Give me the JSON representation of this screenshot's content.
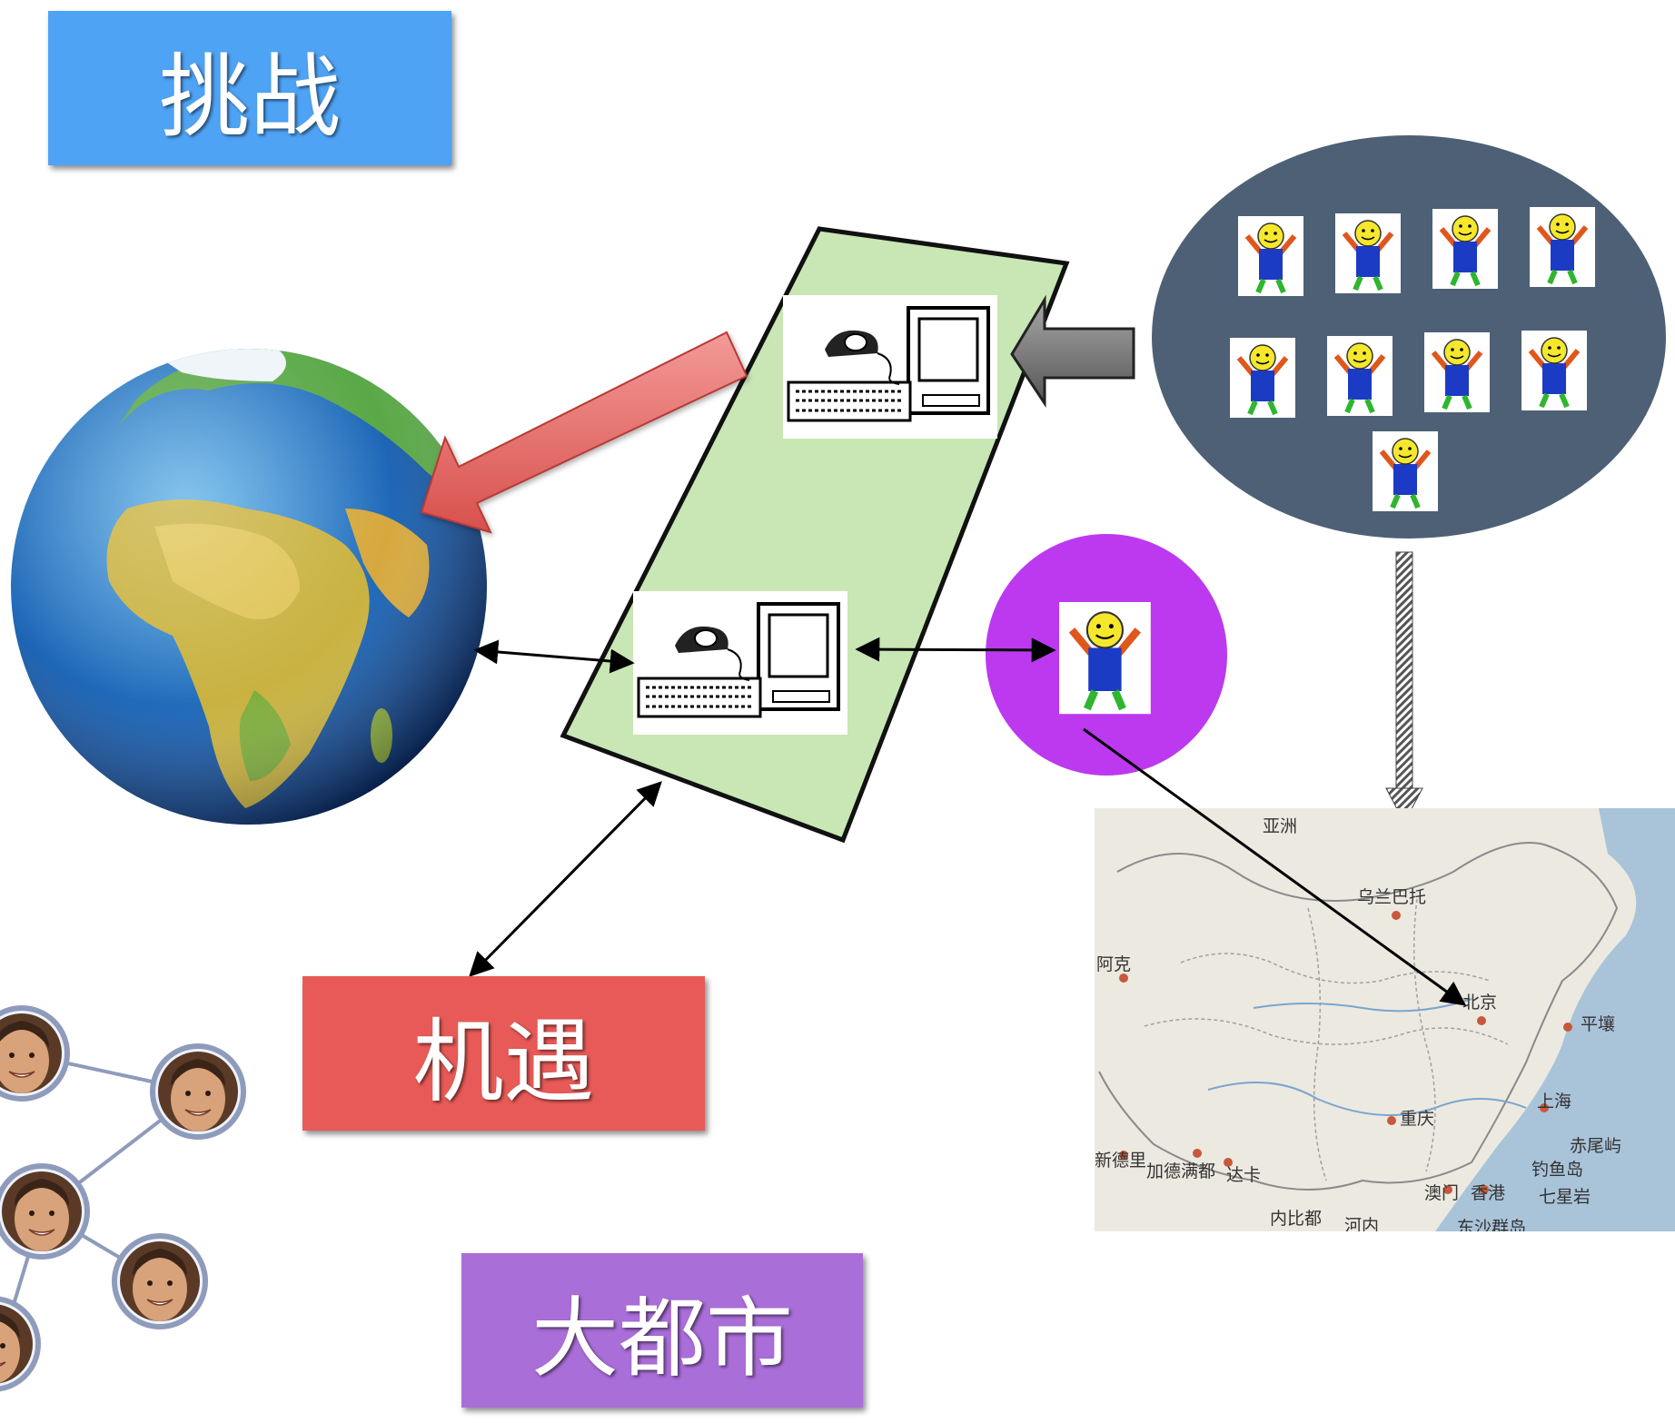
{
  "labels": {
    "challenge": "挑战",
    "opportunity": "机遇",
    "metropolis": "大都市"
  },
  "map": {
    "places": [
      "亚洲",
      "乌兰巴托",
      "北京",
      "平壤",
      "上海",
      "重庆",
      "赤尾屿",
      "钓鱼岛",
      "七星岩",
      "澳门",
      "香港",
      "加德满都",
      "达卡",
      "新德里",
      "内比都",
      "河内",
      "东沙群岛",
      "阿克"
    ]
  },
  "colors": {
    "challenge_box": "#4fa3f5",
    "opportunity_box": "#e85a57",
    "metropolis_box": "#a96ed8",
    "platform": "#c9e6b5",
    "crowd_ellipse": "#4d6075",
    "user_circle": "#bc39ef",
    "red_arrow": "#e8625e",
    "gray_arrow": "#7d7d7d"
  }
}
